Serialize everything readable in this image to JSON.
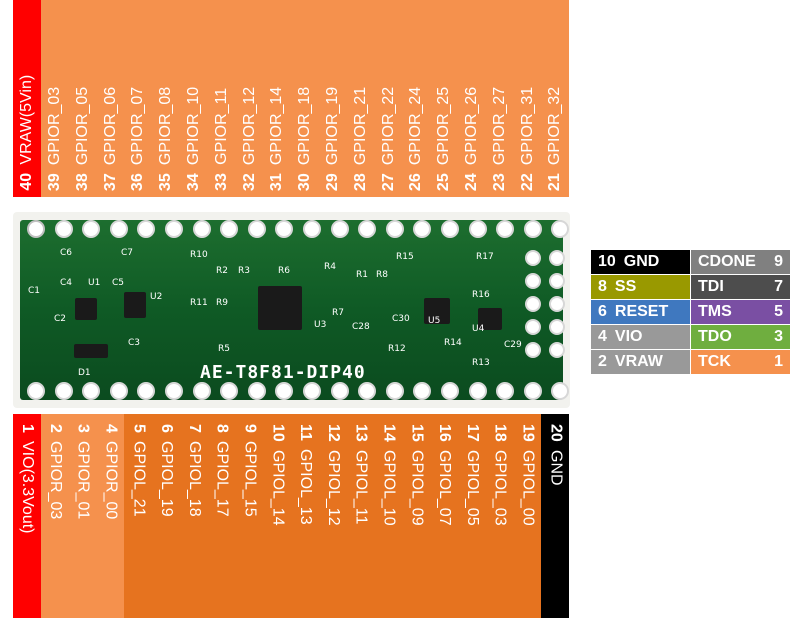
{
  "top_pins": [
    {
      "num": "40",
      "name": "VRAW(5Vin)",
      "color": "#ff0000"
    },
    {
      "num": "39",
      "name": "GPIOR_03",
      "color": "#f5914d"
    },
    {
      "num": "38",
      "name": "GPIOR_05",
      "color": "#f5914d"
    },
    {
      "num": "37",
      "name": "GPIOR_06",
      "color": "#f5914d"
    },
    {
      "num": "36",
      "name": "GPIOR_07",
      "color": "#f5914d"
    },
    {
      "num": "35",
      "name": "GPIOR_08",
      "color": "#f5914d"
    },
    {
      "num": "34",
      "name": "GPIOR_10",
      "color": "#f5914d"
    },
    {
      "num": "33",
      "name": "GPIOR_11",
      "color": "#f5914d"
    },
    {
      "num": "32",
      "name": "GPIOR_12",
      "color": "#f5914d"
    },
    {
      "num": "31",
      "name": "GPIOR_14",
      "color": "#f5914d"
    },
    {
      "num": "30",
      "name": "GPIOR_18",
      "color": "#f5914d"
    },
    {
      "num": "29",
      "name": "GPIOR_19",
      "color": "#f5914d"
    },
    {
      "num": "28",
      "name": "GPIOR_21",
      "color": "#f5914d"
    },
    {
      "num": "27",
      "name": "GPIOR_22",
      "color": "#f5914d"
    },
    {
      "num": "26",
      "name": "GPIOR_24",
      "color": "#f5914d"
    },
    {
      "num": "25",
      "name": "GPIOR_25",
      "color": "#f5914d"
    },
    {
      "num": "24",
      "name": "GPIOR_26",
      "color": "#f5914d"
    },
    {
      "num": "23",
      "name": "GPIOR_27",
      "color": "#f5914d"
    },
    {
      "num": "22",
      "name": "GPIOR_31",
      "color": "#f5914d"
    },
    {
      "num": "21",
      "name": "GPIOR_32",
      "color": "#f5914d"
    }
  ],
  "bottom_pins": [
    {
      "num": "1",
      "name": "VIO(3.3Vout)",
      "color": "#ff0000"
    },
    {
      "num": "2",
      "name": "GPIOR_03",
      "color": "#f5914d"
    },
    {
      "num": "3",
      "name": "GPIOR_01",
      "color": "#f5914d"
    },
    {
      "num": "4",
      "name": "GPIOR_00",
      "color": "#f5914d"
    },
    {
      "num": "5",
      "name": "GPIOL_21",
      "color": "#e6731f"
    },
    {
      "num": "6",
      "name": "GPIOL_19",
      "color": "#e6731f"
    },
    {
      "num": "7",
      "name": "GPIOL_18",
      "color": "#e6731f"
    },
    {
      "num": "8",
      "name": "GPIOL_17",
      "color": "#e6731f"
    },
    {
      "num": "9",
      "name": "GPIOL_15",
      "color": "#e6731f"
    },
    {
      "num": "10",
      "name": "GPIOL_14",
      "color": "#e6731f"
    },
    {
      "num": "11",
      "name": "GPIOL_13",
      "color": "#e6731f"
    },
    {
      "num": "12",
      "name": "GPIOL_12",
      "color": "#e6731f"
    },
    {
      "num": "13",
      "name": "GPIOL_11",
      "color": "#e6731f"
    },
    {
      "num": "14",
      "name": "GPIOL_10",
      "color": "#e6731f"
    },
    {
      "num": "15",
      "name": "GPIOL_09",
      "color": "#e6731f"
    },
    {
      "num": "16",
      "name": "GPIOL_07",
      "color": "#e6731f"
    },
    {
      "num": "17",
      "name": "GPIOL_05",
      "color": "#e6731f"
    },
    {
      "num": "18",
      "name": "GPIOL_03",
      "color": "#e6731f"
    },
    {
      "num": "19",
      "name": "GPIOL_00",
      "color": "#e6731f"
    },
    {
      "num": "20",
      "name": "GND",
      "color": "#000000"
    }
  ],
  "board": {
    "name": "AE-T8F81-DIP40",
    "silk_labels": [
      "C6",
      "C7",
      "C4",
      "U1",
      "C5",
      "U2",
      "C1",
      "C2",
      "C3",
      "D1",
      "R10",
      "R2",
      "R3",
      "R6",
      "R11",
      "R9",
      "R5",
      "U3",
      "R4",
      "R1",
      "R8",
      "R15",
      "R17",
      "R7",
      "C28",
      "C30",
      "U5",
      "R12",
      "R14",
      "U4",
      "C29",
      "R13",
      "R16"
    ]
  },
  "jtag": [
    {
      "left_num": "10",
      "left_name": "GND",
      "left_color": "#000000",
      "right_name": "CDONE",
      "right_num": "9",
      "right_color": "#808080"
    },
    {
      "left_num": "8",
      "left_name": "SS",
      "left_color": "#999900",
      "right_name": "TDI",
      "right_num": "7",
      "right_color": "#4d4d4d"
    },
    {
      "left_num": "6",
      "left_name": "RESET",
      "left_color": "#3f78bf",
      "right_name": "TMS",
      "right_num": "5",
      "right_color": "#7a4fa3"
    },
    {
      "left_num": "4",
      "left_name": "VIO",
      "left_color": "#999999",
      "right_name": "TDO",
      "right_num": "3",
      "right_color": "#6fae3f"
    },
    {
      "left_num": "2",
      "left_name": "VRAW",
      "left_color": "#999999",
      "right_name": "TCK",
      "right_num": "1",
      "right_color": "#f5914d"
    }
  ]
}
